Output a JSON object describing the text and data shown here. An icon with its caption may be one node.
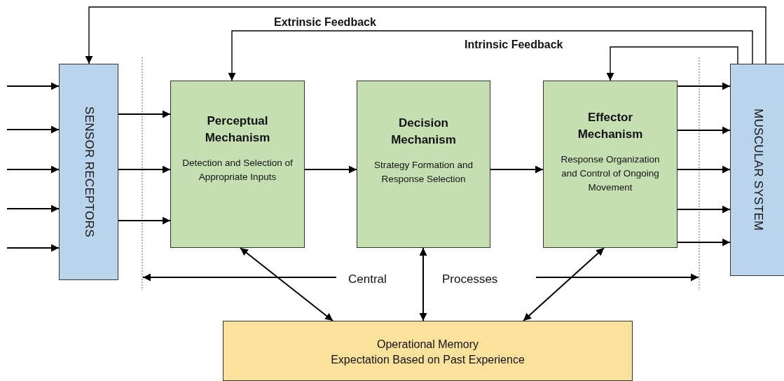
{
  "diagram": {
    "nodes": [
      {
        "text": [
          "SENSOR RECEPTORS"
        ]
      },
      {
        "text": [
          "Perceptual Mechanism",
          "Detection and Selection of Appropriate Inputs"
        ]
      },
      {
        "text": [
          "Decision Mechanism",
          "Strategy Formation and Response Selection"
        ]
      },
      {
        "text": [
          "Effector Mechanism",
          "Response Organization and Control of Ongoing Movement"
        ]
      },
      {
        "text": [
          "MUSCULAR SYSTEM"
        ]
      },
      {
        "text": [
          "Operational Memory",
          "Expectation Based on Past Experience"
        ]
      }
    ],
    "edges": [
      {
        "from": null,
        "to": 0,
        "arrow": "to"
      },
      {
        "from": null,
        "to": 0,
        "arrow": "to"
      },
      {
        "from": null,
        "to": 0,
        "arrow": "to"
      },
      {
        "from": null,
        "to": 0,
        "arrow": "to"
      },
      {
        "from": null,
        "to": 0,
        "arrow": "to"
      },
      {
        "from": 0,
        "to": 1,
        "arrow": "to"
      },
      {
        "from": 0,
        "to": 1,
        "arrow": "to"
      },
      {
        "from": 0,
        "to": 1,
        "arrow": "to"
      },
      {
        "from": 1,
        "to": 2,
        "arrow": "to"
      },
      {
        "from": 2,
        "to": 3,
        "arrow": "to"
      },
      {
        "from": 3,
        "to": 4,
        "arrow": "to"
      },
      {
        "from": 3,
        "to": 4,
        "arrow": "to"
      },
      {
        "from": 3,
        "to": 4,
        "arrow": "to"
      },
      {
        "from": 3,
        "to": 4,
        "arrow": "to"
      },
      {
        "from": 3,
        "to": 4,
        "arrow": "to"
      },
      {
        "from": 4,
        "to": 0,
        "arrow": "to"
      },
      {
        "from": 4,
        "to": 1,
        "arrow": "to"
      },
      {
        "from": 4,
        "to": 3,
        "arrow": "to"
      },
      {
        "from": 1,
        "to": 5,
        "arrow": "both"
      },
      {
        "from": 2,
        "to": 5,
        "arrow": "both"
      },
      {
        "from": 3,
        "to": 5,
        "arrow": "both"
      }
    ],
    "labels": [
      "Extrinsic Feedback",
      "Intrinsic Feedback",
      "Central",
      "Processes"
    ]
  }
}
